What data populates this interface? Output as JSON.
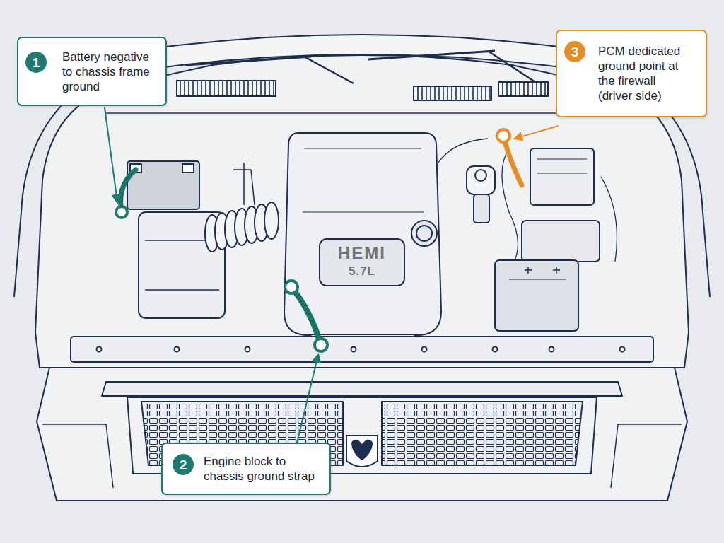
{
  "diagram": {
    "nodes": [
      {
        "text": [
          "Battery negative to chassis frame ground"
        ]
      },
      {
        "text": [
          "1"
        ],
        "in": 0
      },
      {
        "text": [
          "PCM dedicated ground point at the firewall (driver side)"
        ]
      },
      {
        "text": [
          "3"
        ],
        "in": 2
      },
      {
        "text": [
          "Engine block to chassis ground strap"
        ]
      },
      {
        "text": [
          "2"
        ],
        "in": 4
      }
    ],
    "labels": [
      "HEMI",
      "5.7L"
    ]
  }
}
